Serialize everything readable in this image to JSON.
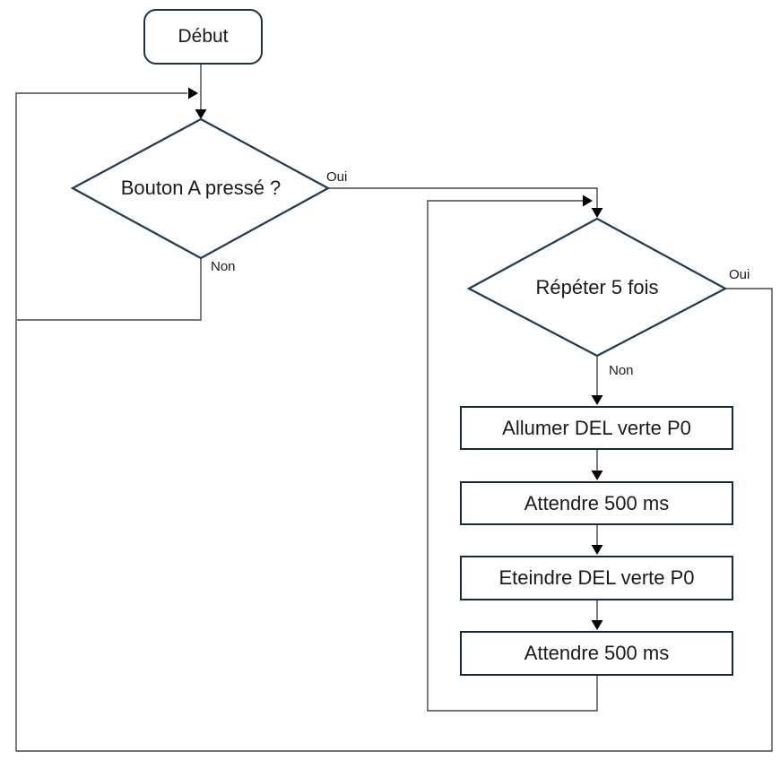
{
  "diagram": {
    "title_hint": "flowchart",
    "start": {
      "label": "Début"
    },
    "decisions": [
      {
        "label": "Bouton A pressé ?",
        "yes_label": "Oui",
        "no_label": "Non"
      },
      {
        "label": "Répéter 5 fois",
        "yes_label": "Oui",
        "no_label": "Non"
      }
    ],
    "steps": [
      {
        "label": "Allumer DEL verte P0"
      },
      {
        "label": "Attendre 500 ms"
      },
      {
        "label": "Eteindre DEL verte P0"
      },
      {
        "label": "Attendre 500 ms"
      }
    ],
    "colors": {
      "terminator_border": "#1b3345",
      "decision_border": "#1d3a52",
      "process_border": "#122c3e",
      "connector": "#474747",
      "arrowhead": "#000000",
      "text": "#1a1a1a"
    }
  }
}
